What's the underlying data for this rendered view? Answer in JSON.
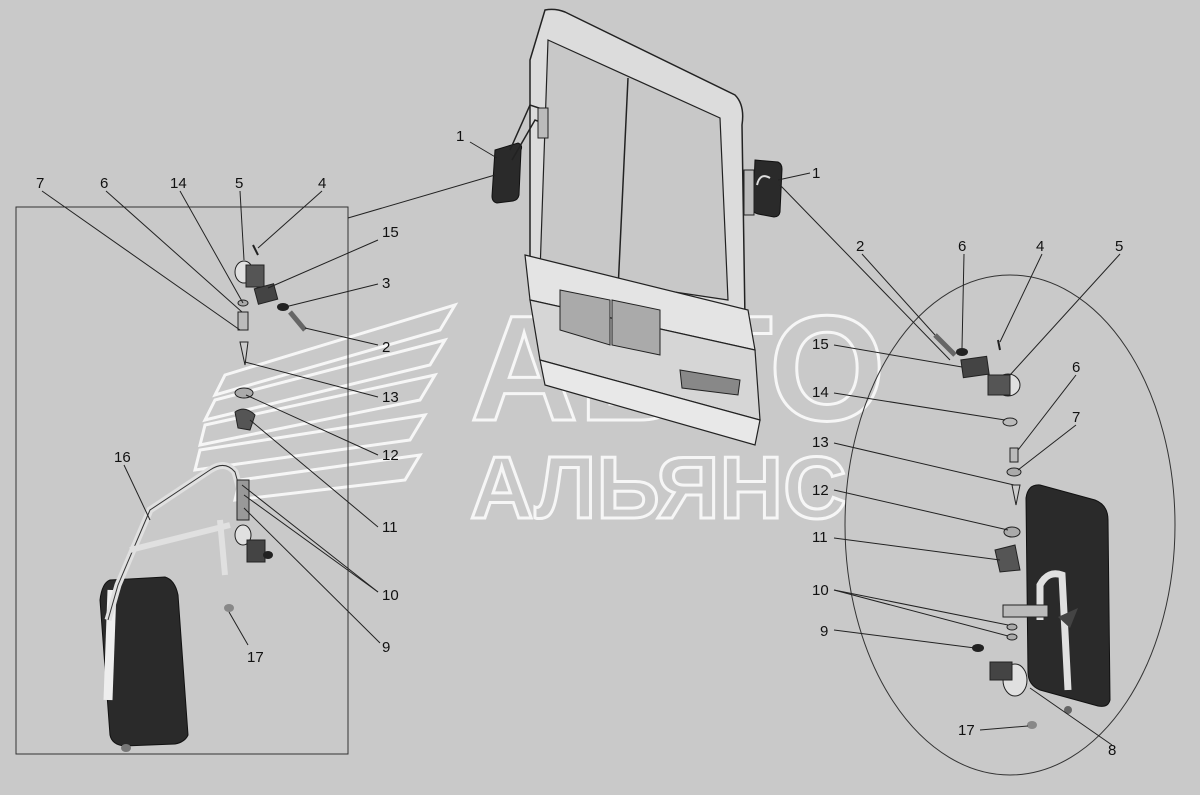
{
  "watermark": {
    "line1": "АВТО",
    "line2": "АЛЬЯНС",
    "logo_icon": "stripes-logo-icon"
  },
  "callouts": {
    "left": [
      "7",
      "6",
      "14",
      "5",
      "4",
      "15",
      "3",
      "2",
      "13",
      "12",
      "11",
      "16",
      "10",
      "9",
      "17"
    ],
    "right": [
      "2",
      "6",
      "4",
      "5",
      "15",
      "14",
      "6",
      "7",
      "13",
      "12",
      "11",
      "10",
      "9",
      "17",
      "8"
    ],
    "cab": [
      "1",
      "1"
    ]
  },
  "colors": {
    "background": "#c9c9c9",
    "line": "#222222",
    "part_dark": "#2a2a2a",
    "part_light": "#e0e0e0"
  }
}
